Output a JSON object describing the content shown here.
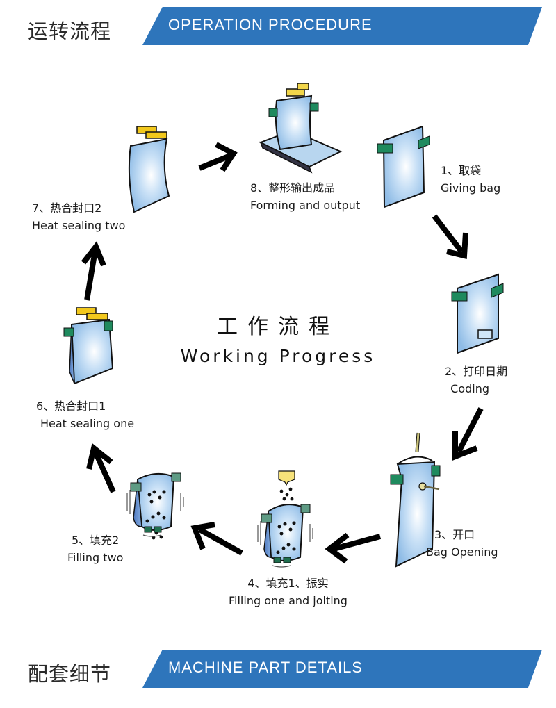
{
  "header_top": {
    "cn": "运转流程",
    "en": "OPERATION PROCEDURE"
  },
  "header_bottom": {
    "cn": "配套细节",
    "en": "MACHINE PART DETAILS"
  },
  "colors": {
    "banner": "#2e75bb",
    "bag": "#a9cdee",
    "clip": "#1f8a5e",
    "sealer": "#f2c81c",
    "arrow": "#000000"
  },
  "center": {
    "cn": "工作流程",
    "en": "Working Progress"
  },
  "steps": [
    {
      "cn": "1、取袋",
      "en": "Giving bag",
      "icon": "bag-giving-icon"
    },
    {
      "cn": "2、打印日期",
      "en": "Coding",
      "icon": "bag-coding-icon"
    },
    {
      "cn": "3、开口",
      "en": "Bag Opening",
      "icon": "bag-opening-icon"
    },
    {
      "cn": "4、填充1、振实",
      "en": "Filling one and jolting",
      "icon": "bag-filling-jolting-icon"
    },
    {
      "cn": "5、填充2",
      "en": "Filling two",
      "icon": "bag-filling-icon"
    },
    {
      "cn": "6、热合封口1",
      "en": "Heat sealing one",
      "icon": "heat-sealing-icon"
    },
    {
      "cn": "7、热合封口2",
      "en": "Heat sealing two",
      "icon": "heat-sealing-icon"
    },
    {
      "cn": "8、整形输出成品",
      "en": "Forming and output",
      "icon": "conveyor-output-icon"
    }
  ]
}
